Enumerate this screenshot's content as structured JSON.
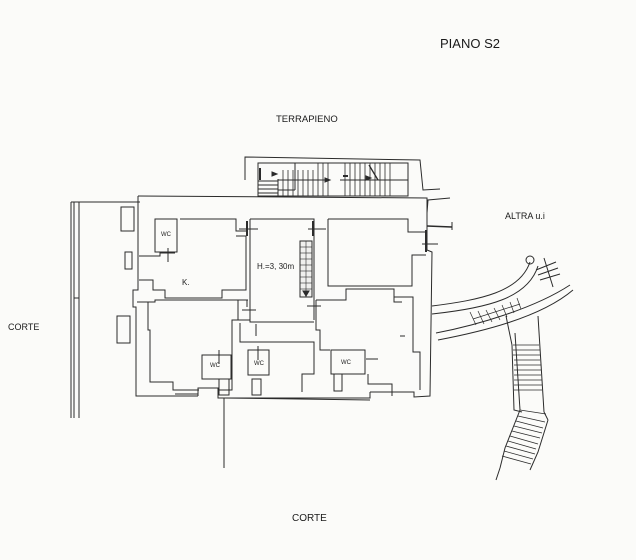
{
  "drawing": {
    "title": "PIANO S2",
    "labels": {
      "north": "TERRAPIENO",
      "east": "ALTRA u.i",
      "west": "CORTE",
      "south": "CORTE"
    },
    "rooms": [
      {
        "id": "wc-1",
        "label": "WC"
      },
      {
        "id": "kitchen",
        "label": "K."
      },
      {
        "id": "stair-hall",
        "label": "H.=3, 30m"
      },
      {
        "id": "wc-2",
        "label": "WC"
      },
      {
        "id": "wc-3",
        "label": "WC"
      },
      {
        "id": "wc-4",
        "label": "WC"
      }
    ],
    "colors": {
      "background": "#fbfbf9",
      "line": "#2b2b2b",
      "text": "#1a1a1a"
    }
  }
}
